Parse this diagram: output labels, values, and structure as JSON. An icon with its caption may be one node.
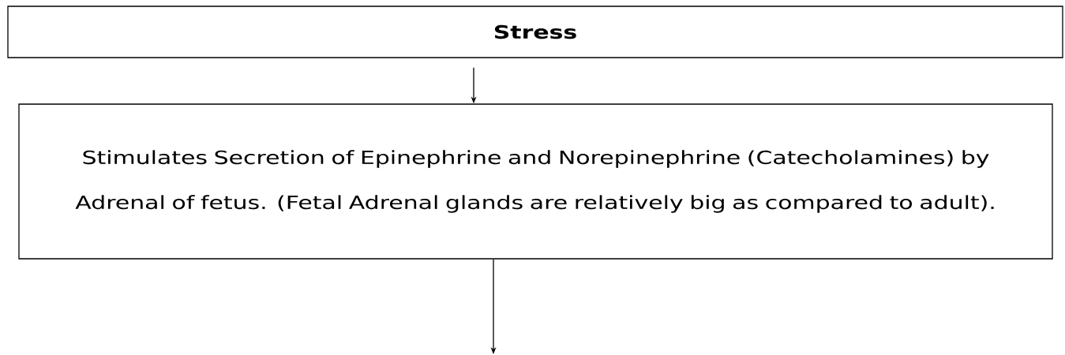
{
  "diagram": {
    "nodes": [
      {
        "text": [
          "Stress"
        ]
      },
      {
        "text": [
          "Stimulates Secretion of Epinephrine and Norepinephrine (Catecholamines) by Adrenal of fetus. (Fetal Adrenal glands are relatively big as compared to adult)."
        ]
      }
    ],
    "edges": [
      {
        "from": 0,
        "to": 1,
        "arrow": "to"
      },
      {
        "from": 1,
        "to": null,
        "arrow": "to"
      }
    ]
  }
}
